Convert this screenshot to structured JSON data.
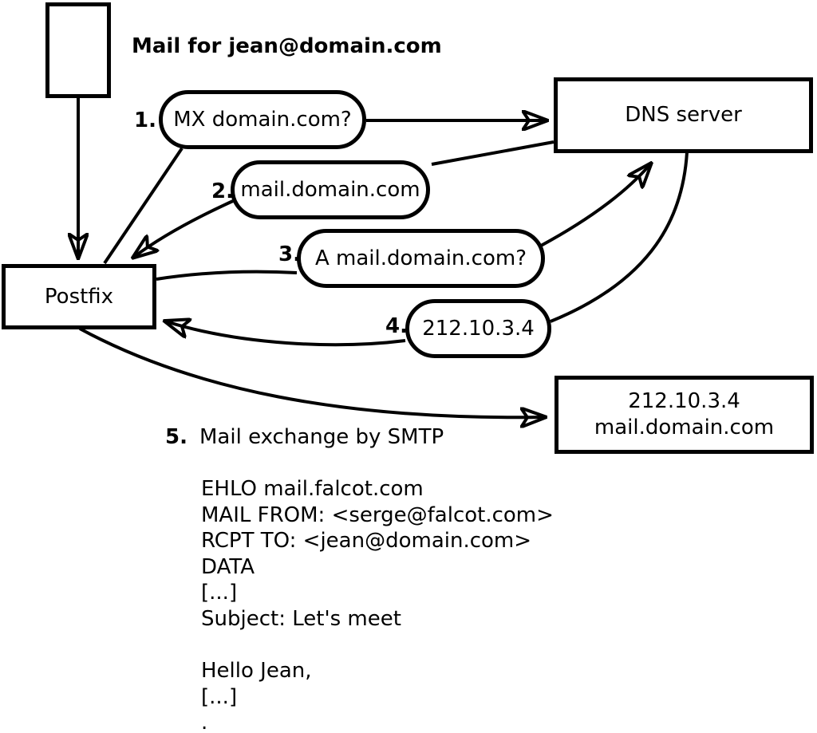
{
  "diagram": {
    "background": "#ffffff",
    "ink": "#000000",
    "title": "Mail for jean@domain.com",
    "nodes": {
      "postfix": "Postfix",
      "dns_server": "DNS server",
      "mail_server_ip": "212.10.3.4",
      "mail_server_hostname": "mail.domain.com"
    },
    "steps": [
      {
        "num": "1.",
        "label": "MX domain.com?"
      },
      {
        "num": "2.",
        "label": "mail.domain.com"
      },
      {
        "num": "3.",
        "label": "A mail.domain.com?"
      },
      {
        "num": "4.",
        "label": "212.10.3.4"
      },
      {
        "num": "5.",
        "label": "Mail exchange by SMTP"
      }
    ],
    "smtp_session": [
      "EHLO mail.falcot.com",
      "MAIL FROM: <serge@falcot.com>",
      "RCPT TO: <jean@domain.com>",
      "DATA",
      "[...]",
      "Subject: Let's meet",
      "",
      "Hello Jean,",
      "[...]",
      "."
    ]
  }
}
